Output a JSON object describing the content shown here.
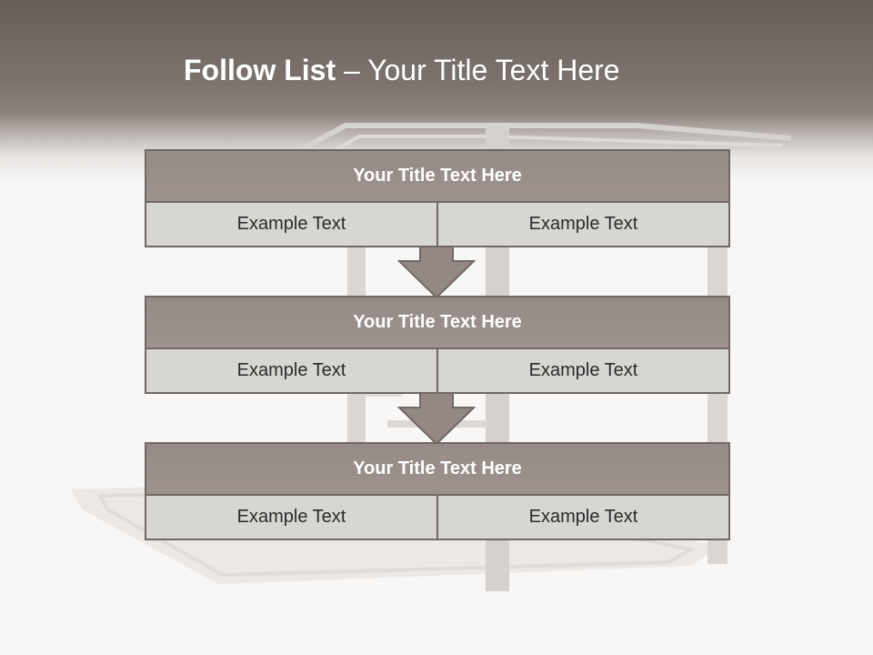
{
  "slide": {
    "title_bold": "Follow List",
    "title_separator": "–",
    "title_rest": "Your Title Text Here"
  },
  "blocks": [
    {
      "heading": "Your Title Text Here",
      "cells": [
        "Example Text",
        "Example Text"
      ]
    },
    {
      "heading": "Your Title Text Here",
      "cells": [
        "Example Text",
        "Example Text"
      ]
    },
    {
      "heading": "Your Title Text Here",
      "cells": [
        "Example Text",
        "Example Text"
      ]
    }
  ],
  "colors": {
    "header_band": "#7d736e",
    "block_heading": "#9a8f8a",
    "block_cell": "#d7d5d2",
    "border": "#716865",
    "arrow": "#938883"
  },
  "icons": [
    "down-arrow-icon"
  ]
}
